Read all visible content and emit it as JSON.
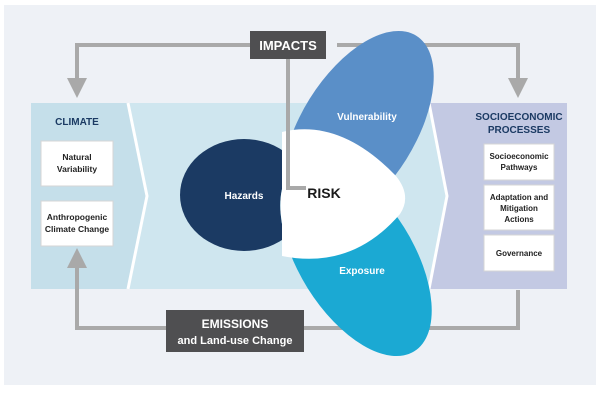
{
  "impacts_label": "IMPACTS",
  "risk_label": "RISK",
  "climate": {
    "title": "CLIMATE",
    "boxes": [
      {
        "line1": "Natural",
        "line2": "Variability"
      },
      {
        "line1": "Anthropogenic",
        "line2": "Climate Change"
      }
    ]
  },
  "socio": {
    "title_line1": "SOCIOECONOMIC",
    "title_line2": "PROCESSES",
    "boxes": [
      {
        "line1": "Socioeconomic",
        "line2": "Pathways",
        "line3": ""
      },
      {
        "line1": "Adaptation and",
        "line2": "Mitigation",
        "line3": "Actions"
      },
      {
        "line1": "Governance",
        "line2": "",
        "line3": ""
      }
    ]
  },
  "petals": {
    "hazards": "Hazards",
    "vulnerability": "Vulnerability",
    "exposure": "Exposure"
  },
  "emissions": {
    "line1": "EMISSIONS",
    "line2": "and Land-use Change"
  },
  "colors": {
    "panel_bg": "#eef1f6",
    "climate_band": "#cde4ee",
    "socio_band": "#c3c9e3",
    "hazards": "#1b3a63",
    "vulnerability": "#5a8fc8",
    "exposure": "#1ba9d3",
    "dark_box": "#4f4f51",
    "connector": "#a9a9a9"
  }
}
